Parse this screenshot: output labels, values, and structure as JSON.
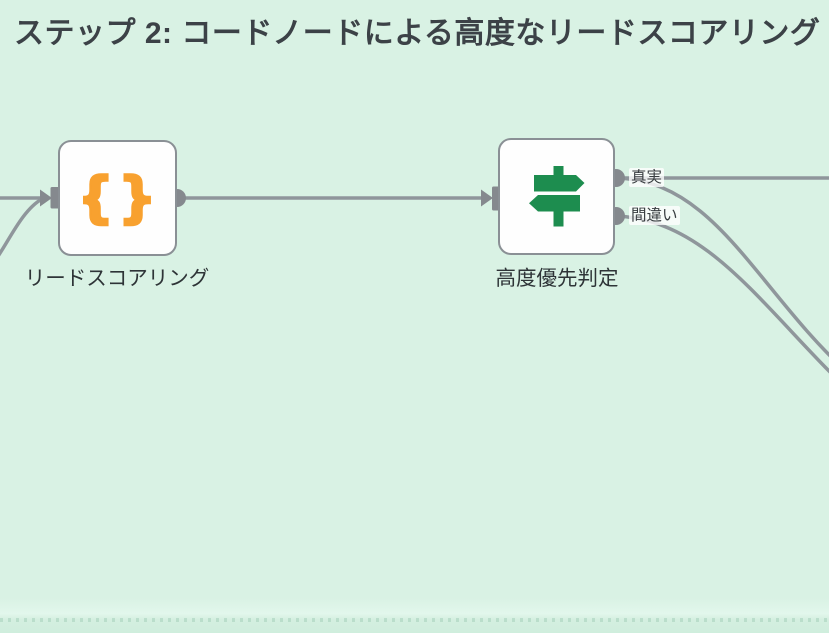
{
  "page": {
    "background_color": "#d9f2e4",
    "bottom_band_color": "#cfeedd"
  },
  "header": {
    "title": "ステップ 2: コードノードによる高度なリードスコアリング",
    "title_color": "#3c4247"
  },
  "canvas": {
    "edge_color": "#8f969b",
    "connector_color": "#85898e",
    "node_border_color": "#8a9095",
    "node_fill_color": "#fefefe",
    "nodes": [
      {
        "label": "リードスコアリング",
        "icon": "curly-braces-icon",
        "icon_glyph": "{}",
        "icon_color": "#f8a12f"
      },
      {
        "label": "高度優先判定",
        "icon": "signpost-icon",
        "icon_color": "#1d8d4f",
        "outputs": [
          {
            "label": "真実"
          },
          {
            "label": "間違い"
          }
        ]
      }
    ]
  }
}
